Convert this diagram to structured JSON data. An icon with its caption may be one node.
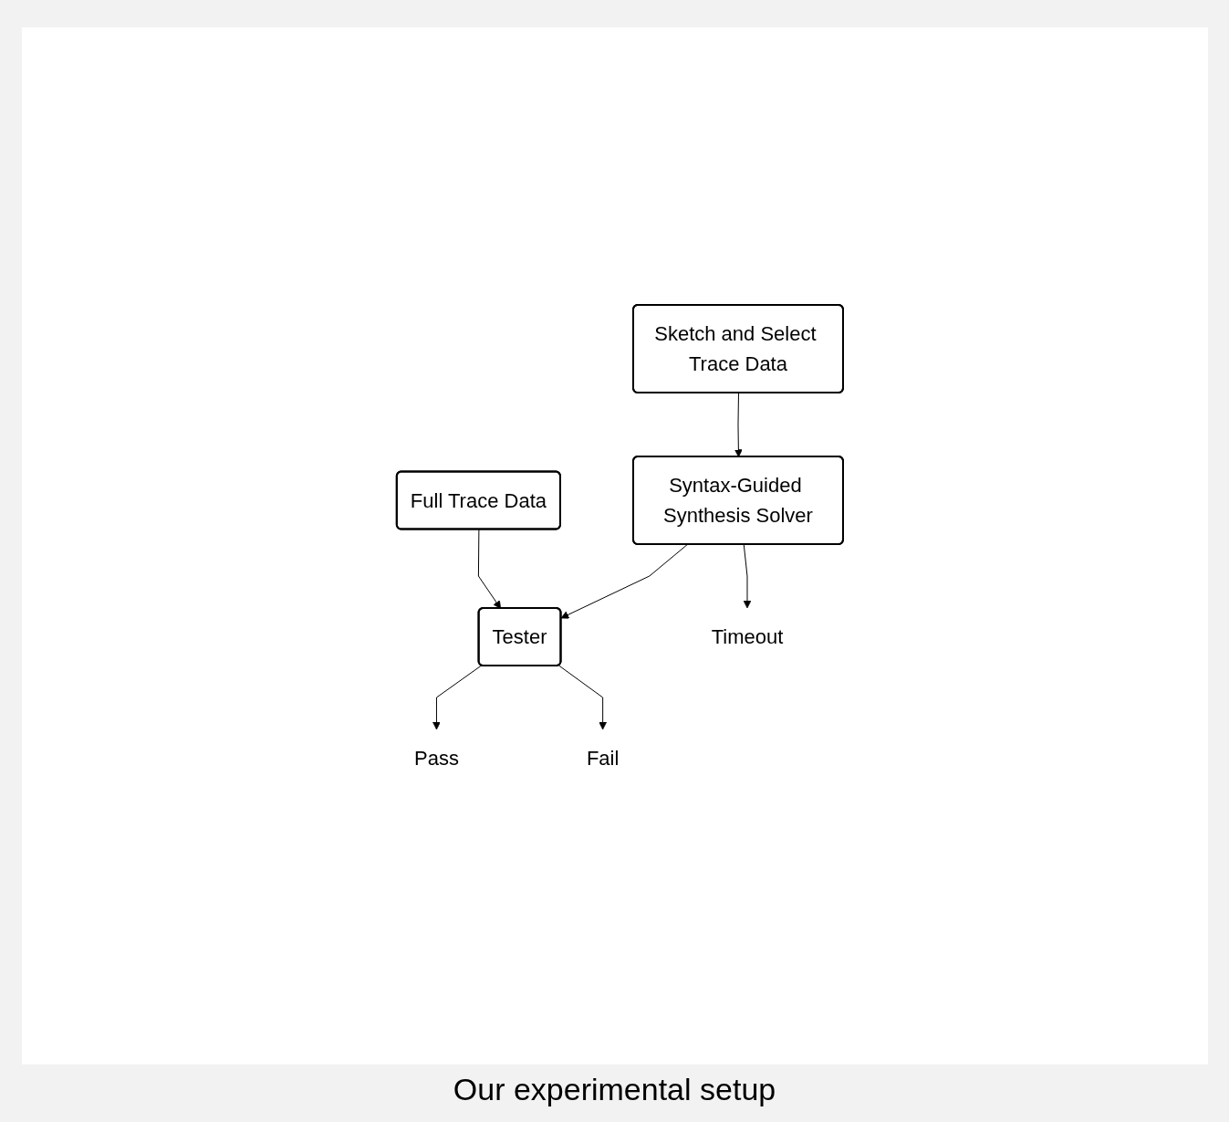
{
  "diagram": {
    "caption": "Our experimental setup",
    "nodes": [
      {
        "text": [
          "Sketch and Select Trace Data"
        ]
      },
      {
        "text": [
          "Full Trace Data"
        ]
      },
      {
        "text": [
          "Syntax-Guided Synthesis Solver"
        ]
      },
      {
        "text": [
          "Tester"
        ]
      },
      {
        "text": [
          "Timeout"
        ]
      },
      {
        "text": [
          "Pass"
        ]
      },
      {
        "text": [
          "Fail"
        ]
      }
    ],
    "edges": [
      {
        "from": 0,
        "to": 2,
        "arrow": "to"
      },
      {
        "from": 1,
        "to": 3,
        "arrow": "to"
      },
      {
        "from": 2,
        "to": 3,
        "arrow": "to"
      },
      {
        "from": 2,
        "to": 4,
        "arrow": "to"
      },
      {
        "from": 3,
        "to": 5,
        "arrow": "to"
      },
      {
        "from": 3,
        "to": 6,
        "arrow": "to"
      }
    ]
  }
}
